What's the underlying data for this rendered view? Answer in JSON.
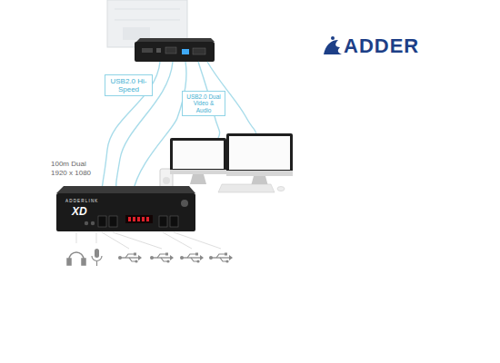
{
  "diagram": {
    "nodes": [
      {
        "text": [
          "USB2.0 Hi-Speed"
        ]
      },
      {
        "text": [
          "USB2.0 Dual Video & Audio"
        ]
      }
    ],
    "labels": [
      "ADDER",
      "100m Dual 1920 x 1080",
      "ADDERLINK",
      "XD"
    ]
  }
}
